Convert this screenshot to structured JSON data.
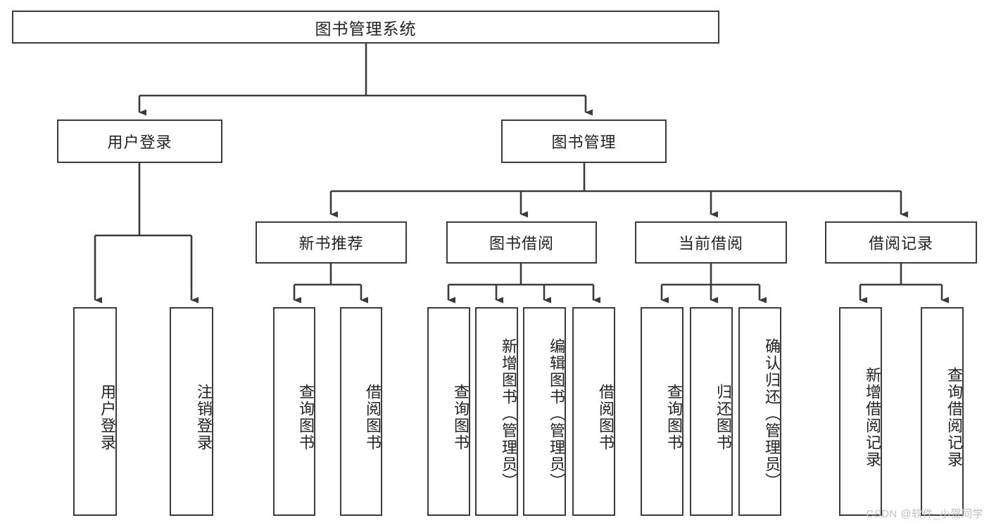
{
  "diagram": {
    "type": "hierarchy-tree",
    "title": "图书管理系统",
    "watermark": "CSDN @软件_小贺同学",
    "colors": {
      "stroke": "#3b3b3b",
      "fill": "#ffffff",
      "text": "#222222",
      "watermark": "#bfbfbf"
    },
    "root": {
      "label": "图书管理系统"
    },
    "level2": [
      {
        "label": "用户登录"
      },
      {
        "label": "图书管理"
      }
    ],
    "level3": [
      {
        "label": "新书推荐"
      },
      {
        "label": "图书借阅"
      },
      {
        "label": "当前借阅"
      },
      {
        "label": "借阅记录"
      }
    ],
    "leaves": {
      "user_login": [
        {
          "label": "用户登录"
        },
        {
          "label": "注销登录"
        }
      ],
      "new_book": [
        {
          "label": "查询图书"
        },
        {
          "label": "借阅图书"
        }
      ],
      "book_borrow": [
        {
          "label": "查询图书"
        },
        {
          "label": "新增图书（管理员）"
        },
        {
          "label": "编辑图书（管理员）"
        },
        {
          "label": "借阅图书"
        }
      ],
      "current_borrow": [
        {
          "label": "查询图书"
        },
        {
          "label": "归还图书"
        },
        {
          "label": "确认归还（管理员）"
        }
      ],
      "borrow_record": [
        {
          "label": "新增借阅记录"
        },
        {
          "label": "查询借阅记录"
        }
      ]
    }
  }
}
